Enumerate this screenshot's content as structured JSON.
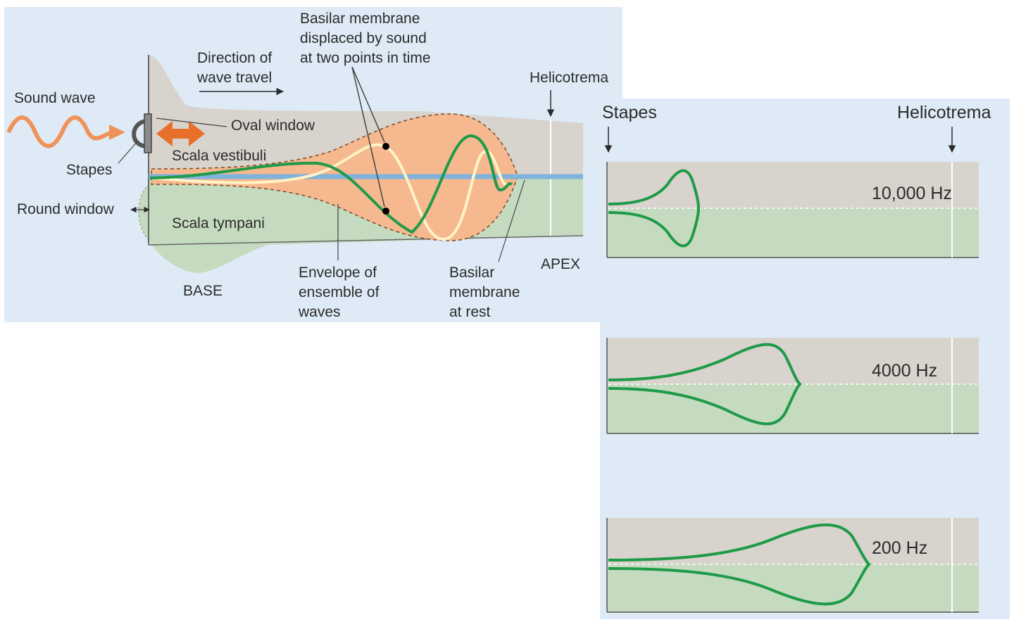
{
  "labels": {
    "sound_wave": "Sound wave",
    "direction_line1": "Direction of",
    "direction_line2": "wave travel",
    "basilar_displaced_line1": "Basilar membrane",
    "basilar_displaced_line2": "displaced by sound",
    "basilar_displaced_line3": "at two points in time",
    "helicotrema": "Helicotrema",
    "oval_window": "Oval window",
    "scala_vestibuli": "Scala vestibuli",
    "stapes": "Stapes",
    "round_window": "Round window",
    "scala_tympani": "Scala tympani",
    "base": "BASE",
    "apex": "APEX",
    "envelope_line1": "Envelope of",
    "envelope_line2": "ensemble of",
    "envelope_line3": "waves",
    "basilar_rest_line1": "Basilar",
    "basilar_rest_line2": "membrane",
    "basilar_rest_line3": "at rest"
  },
  "right_panel": {
    "stapes_label": "Stapes",
    "helicotrema_label": "Helicotrema",
    "graphs": [
      {
        "frequency": "10,000 Hz"
      },
      {
        "frequency": "4000 Hz"
      },
      {
        "frequency": "200 Hz"
      }
    ]
  },
  "colors": {
    "panel_bg": "#deebf6",
    "vestibuli": "#d8d3cd",
    "tympani": "#c5dbbf",
    "envelope": "#f5b88f",
    "membrane": "#7fb2dd",
    "wave_green": "#1f9a48",
    "wave_cream": "#fff3c6",
    "arrow_orange": "#e8702a"
  }
}
